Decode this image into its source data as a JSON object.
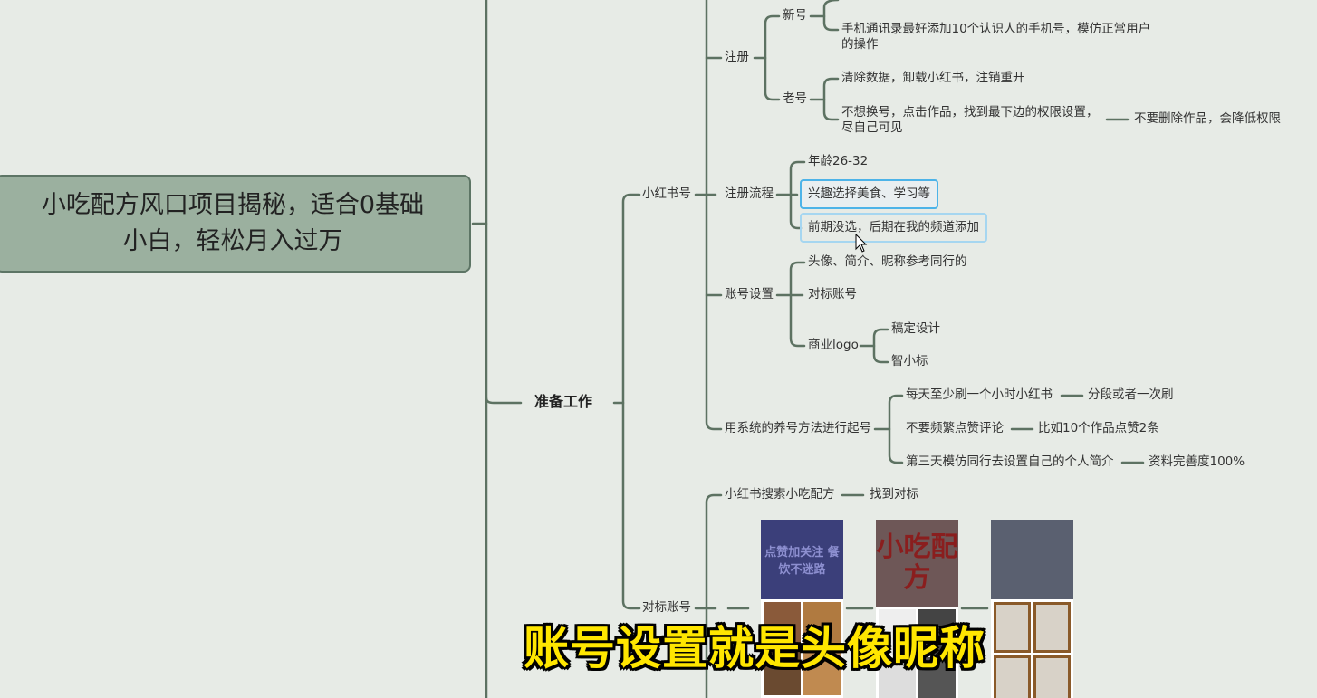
{
  "colors": {
    "background": "#e7ebe6",
    "root_fill": "#9bb09f",
    "line": "#5d7262",
    "selection": "#4db3e8",
    "subtitle": "#ffe600"
  },
  "root": {
    "title": "小吃配方风口项目揭秘，适合0基础小白，轻松月入过万"
  },
  "main_branch": "准备工作",
  "xhs": {
    "label": "小红书号",
    "register": {
      "label": "注册",
      "new": {
        "label": "新号",
        "items": [
          "手机通讯录最好添加10个认识人的手机号，模仿正常用户",
          "的操作"
        ]
      },
      "old": {
        "label": "老号",
        "item1": "清除数据，卸载小红书，注销重开",
        "item2a": "不想换号，点击作品，找到最下边的权限设置，",
        "item2b": "尽自己可见",
        "item2_note": "不要删除作品，会降低权限"
      }
    },
    "flow": {
      "label": "注册流程",
      "items": [
        "年龄26-32",
        "兴趣选择美食、学习等",
        "前期没选，后期在我的频道添加"
      ]
    },
    "settings": {
      "label": "账号设置",
      "items": [
        "头像、简介、昵称参考同行的",
        "对标账号",
        "商业logo"
      ],
      "logo_items": [
        "稿定设计",
        "智小标"
      ]
    },
    "nurture": {
      "label": "用系统的养号方法进行起号",
      "items": [
        {
          "text": "每天至少刷一个小时小红书",
          "note": "分段或者一次刷"
        },
        {
          "text": "不要频繁点赞评论",
          "note": "比如10个作品点赞2条"
        },
        {
          "text": "第三天模仿同行去设置自己的个人简介",
          "note": "资料完善度100%"
        }
      ]
    }
  },
  "benchmark": {
    "label": "对标账号",
    "search": "小红书搜索小吃配方",
    "search_note": "找到对标",
    "screenshots": [
      {
        "caption": "点赞加关注 餐饮不迷路",
        "theme": "#3b3f7a"
      },
      {
        "caption": "小吃配方",
        "theme": "#6e5757"
      },
      {
        "caption": "",
        "theme": "#5a6070"
      }
    ]
  },
  "subtitle": "账号设置就是头像昵称"
}
